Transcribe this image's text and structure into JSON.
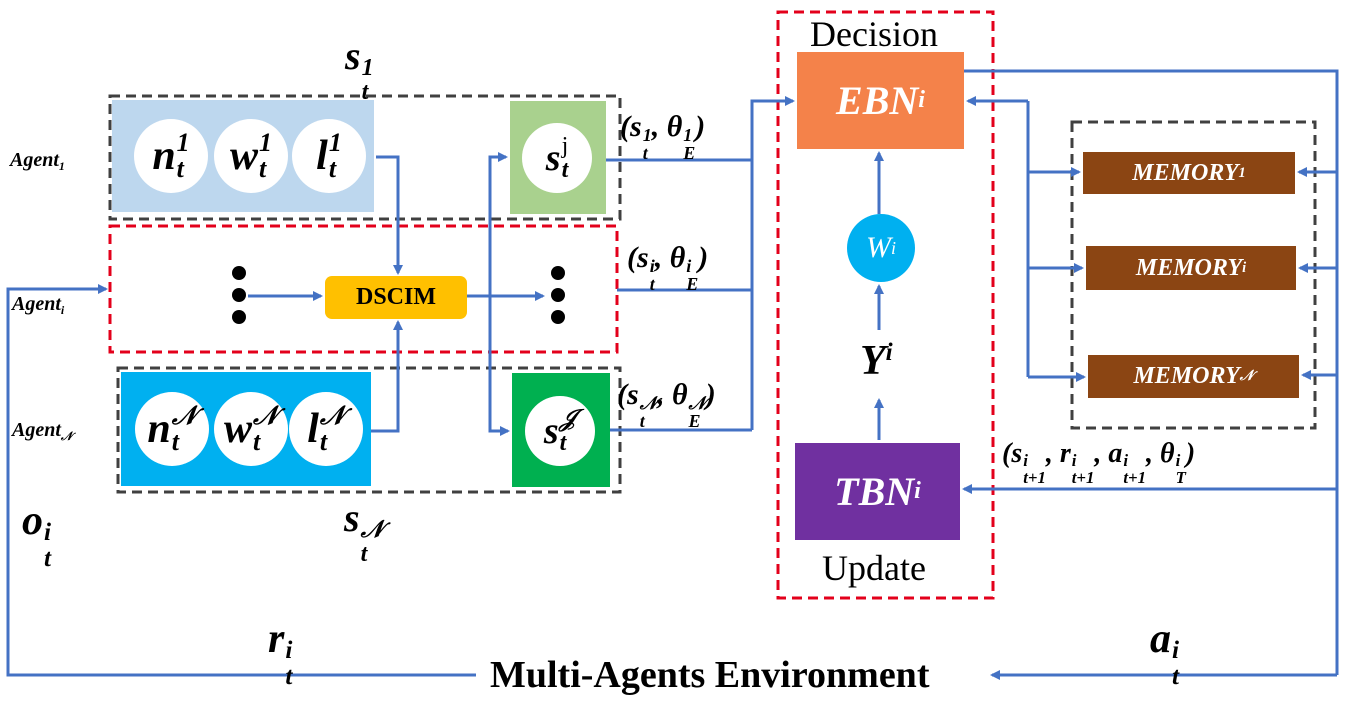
{
  "agents": {
    "agent_1": {
      "base": "Agent",
      "sub": "1"
    },
    "agent_i": {
      "base": "Agent",
      "sub": "i"
    },
    "agent_N": {
      "base": "Agent",
      "sub": "𝒩"
    }
  },
  "agent1_circles": [
    {
      "base": "n",
      "sup": "1",
      "sub": "t"
    },
    {
      "base": "w",
      "sup": "1",
      "sub": "t"
    },
    {
      "base": "l",
      "sup": "1",
      "sub": "t"
    }
  ],
  "agentN_circles": [
    {
      "base": "n",
      "sup": "𝒩",
      "sub": "t"
    },
    {
      "base": "w",
      "sup": "𝒩",
      "sub": "t"
    },
    {
      "base": "l",
      "sup": "𝒩",
      "sub": "t"
    }
  ],
  "state_labels": {
    "s1_top": {
      "base": "s",
      "sup": "1",
      "sub": "t"
    },
    "sN_bottom": {
      "base": "s",
      "sup": "𝒩",
      "sub": "t"
    },
    "sj": {
      "base": "s",
      "sup": "j",
      "sub": "t"
    },
    "sJ": {
      "base": "s",
      "sup": "𝒥",
      "sub": "t"
    }
  },
  "dscim": "DSCIM",
  "pair_labels": {
    "p1": {
      "s_sup": "1",
      "theta_sup": "1"
    },
    "pi": {
      "s_sup": "i",
      "theta_sup": "i"
    },
    "pN": {
      "s_sup": "𝒩",
      "theta_sup": "𝒩"
    }
  },
  "pair_common": {
    "s": "s",
    "t": "t",
    "theta": "θ",
    "E": "E",
    "open": "(",
    "comma": ", ",
    "close": ")"
  },
  "decision": "Decision",
  "update": "Update",
  "ebn": {
    "base": "EBN",
    "sub": "i"
  },
  "tbn": {
    "base": "TBN",
    "sub": "i"
  },
  "w": {
    "base": "W",
    "sub": "i"
  },
  "y": {
    "base": "Y",
    "sup": "i"
  },
  "memories": [
    {
      "base": "MEMORY",
      "sub": "1"
    },
    {
      "base": "MEMORY",
      "sub": "i"
    },
    {
      "base": "MEMORY",
      "sub": "𝒩"
    }
  ],
  "transition_label": "(s, r, a, θ)",
  "transition": {
    "s": "s",
    "r": "r",
    "a": "a",
    "theta": "θ",
    "sup": "i",
    "sub_next": "t+1",
    "sub_T": "T"
  },
  "o": {
    "base": "o",
    "sup": "i",
    "sub": "t"
  },
  "r": {
    "base": "r",
    "sup": "i",
    "sub": "t"
  },
  "a": {
    "base": "a",
    "sup": "i",
    "sub": "t"
  },
  "environment": "Multi-Agents Environment",
  "colors": {
    "arrow": "#4472C4",
    "agent1_box": "#BDD7EE",
    "agentN_box": "#00B0F0",
    "sj_box": "#A9D18E",
    "sJ_box": "#00B050",
    "dscim_box": "#FFC000",
    "ebn_box": "#F4824A",
    "tbn_box": "#7030A0",
    "w_circle": "#00B0F0",
    "memory_box": "#8B4513",
    "dashed_red": "#E3001B",
    "dashed_dark": "#404040"
  }
}
